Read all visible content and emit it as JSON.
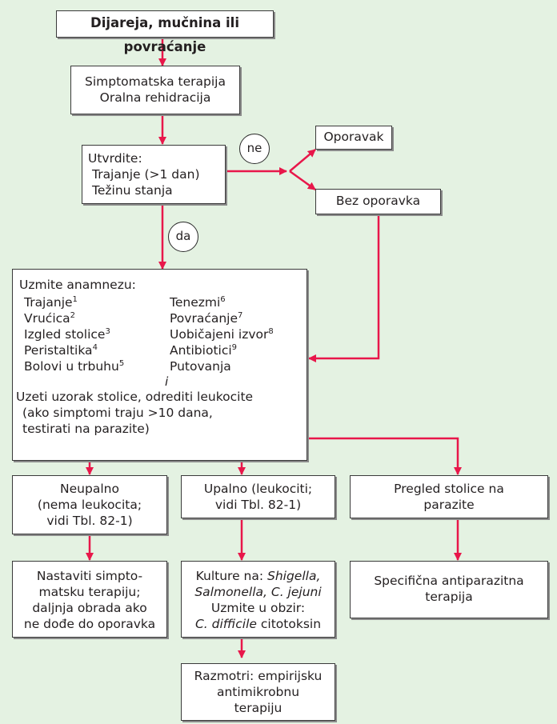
{
  "accent_color": "#e8174a",
  "nodes": {
    "start": "Dijareja, mučnina ili povraćanje",
    "symptomatic": [
      "Simptomatska terapija",
      "Oralna rehidracija"
    ],
    "determine": [
      "Utvrdite:",
      "Trajanje (>1 dan)",
      "Težinu stanja"
    ],
    "recovery": "Oporavak",
    "no_recovery": "Bez oporavka",
    "history": {
      "heading": "Uzmite anamnezu:",
      "left": [
        {
          "text": "Trajanje",
          "sup": "1"
        },
        {
          "text": "Vrućica",
          "sup": "2"
        },
        {
          "text": "Izgled stolice",
          "sup": "3"
        },
        {
          "text": "Peristaltika",
          "sup": "4"
        },
        {
          "text": "Bolovi u trbuhu",
          "sup": "5"
        }
      ],
      "right": [
        {
          "text": "Tenezmi",
          "sup": "6"
        },
        {
          "text": "Povraćanje",
          "sup": "7"
        },
        {
          "text": "Uobičajeni izvor",
          "sup": "8"
        },
        {
          "text": "Antibiotici",
          "sup": "9"
        },
        {
          "text": "Putovanja",
          "sup": ""
        }
      ],
      "conjunction": "i",
      "footer": [
        "Uzeti uzorak stolice, odrediti leukocite",
        "(ako simptomi traju >10 dana,",
        "testirati na parazite)"
      ]
    },
    "noninflammatory": [
      "Neupalno",
      "(nema leukocita;",
      "vidi Tbl. 82-1)"
    ],
    "inflammatory": [
      "Upalno (leukociti;",
      "vidi Tbl. 82-1)"
    ],
    "parasites": [
      "Pregled stolice na",
      "parazite"
    ],
    "continue": [
      "Nastaviti simpto-",
      "matsku terapiju;",
      "daljnja obrada ako",
      "ne dođe do oporavka"
    ],
    "cultures": {
      "line1_prefix": "Kulture na: ",
      "line1_italic": "Shigella,",
      "line2_italic": "Salmonella, C. jejuni",
      "line3": "Uzmite u obzir:",
      "line4_italic": "C. difficile",
      "line4_suffix": " citotoksin"
    },
    "antiparasitic": [
      "Specifična antiparazitna",
      "terapija"
    ],
    "empiric": [
      "Razmotri: empirijsku",
      "antimikrobnu",
      "terapiju"
    ]
  },
  "decisions": {
    "no": "ne",
    "yes": "da"
  }
}
